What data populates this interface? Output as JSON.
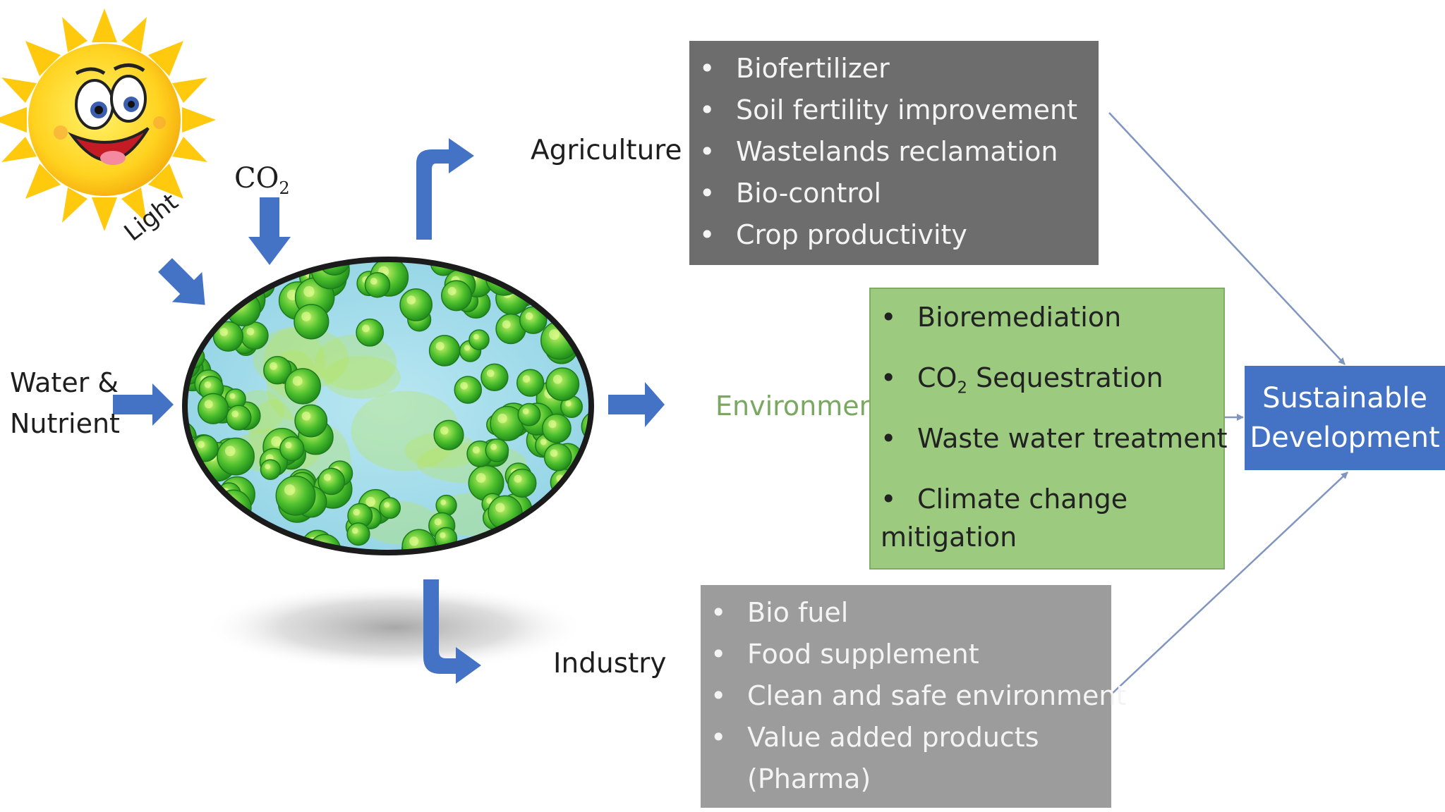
{
  "inputs": {
    "light_label": "Light",
    "co2_main": "CO",
    "co2_sub": "2",
    "water_line1": "Water &",
    "water_line2": "Nutrient"
  },
  "outputs": {
    "agriculture_label": "Agriculture",
    "environment_label": "Environment",
    "industry_label": "Industry"
  },
  "agriculture_box": {
    "items": [
      "Biofertilizer",
      "Soil fertility improvement",
      "Wastelands reclamation",
      "Bio-control",
      "Crop productivity"
    ]
  },
  "environment_box": {
    "item1": "Bioremediation",
    "item2_main": "CO",
    "item2_sub": "2",
    "item2_rest": " Sequestration",
    "item3": "Waste water treatment",
    "item4_line1": "Climate change",
    "item4_line2": "mitigation"
  },
  "industry_box": {
    "items": [
      "Bio fuel",
      "Food supplement",
      "Clean and safe environment",
      "Value added products"
    ],
    "item4_cont": "(Pharma)"
  },
  "result": {
    "line1": "Sustainable",
    "line2": "Development"
  },
  "colors": {
    "arrow_blue": "#4472c4",
    "agriculture_box": "#6d6d6d",
    "environment_box": "#9ccb80",
    "environment_border": "#7fae62",
    "industry_box": "#9c9c9c",
    "result_box": "#4472c4",
    "environment_label": "#7aa862"
  },
  "icons": {
    "sun": "smiling-sun-icon",
    "algae": "green-algae-cells-icon",
    "bullet": "bullet-dot"
  }
}
